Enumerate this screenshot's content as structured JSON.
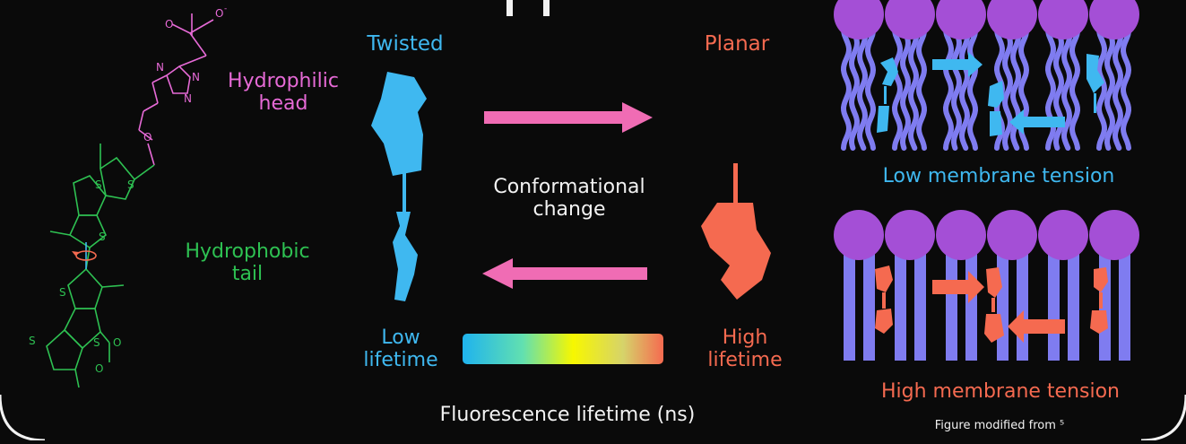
{
  "labels": {
    "twisted": "Twisted",
    "planar": "Planar",
    "hydrophilic_head": [
      "Hydrophilic",
      "head"
    ],
    "hydrophobic_tail": [
      "Hydrophobic",
      "tail"
    ],
    "conformational_change": [
      "Conformational",
      "change"
    ],
    "low_lifetime": [
      "Low",
      "lifetime"
    ],
    "high_lifetime": [
      "High",
      "lifetime"
    ],
    "fluorescence_lifetime": "Fluorescence lifetime (ns)",
    "low_tension": "Low membrane tension",
    "high_tension": "High membrane tension",
    "figure_credit": "Figure modified from ⁵"
  },
  "molecule_atoms": {
    "carboxylate_o1": "O",
    "carboxylate_o2": "O",
    "carboxylate_charge": "-",
    "triazole_n1": "N",
    "triazole_n2": "N",
    "triazole_n3": "N",
    "ether_o": "O",
    "sulfur": "S",
    "sulfone_o1": "O",
    "sulfone_o2": "O"
  },
  "colors": {
    "background": "#0a0a0a",
    "hydrophilic": "#e66ad6",
    "hydrophobic": "#2ec152",
    "twisted": "#3fb8f0",
    "planar": "#f56a50",
    "arrow": "#f06cb4",
    "lipid_head": "#a44fd6",
    "lipid_tail": "#7f7cf0"
  },
  "icons": {
    "forward_arrow": "arrow-right",
    "reverse_arrow": "arrow-left",
    "rotation": "rotation-arrow-icon"
  }
}
